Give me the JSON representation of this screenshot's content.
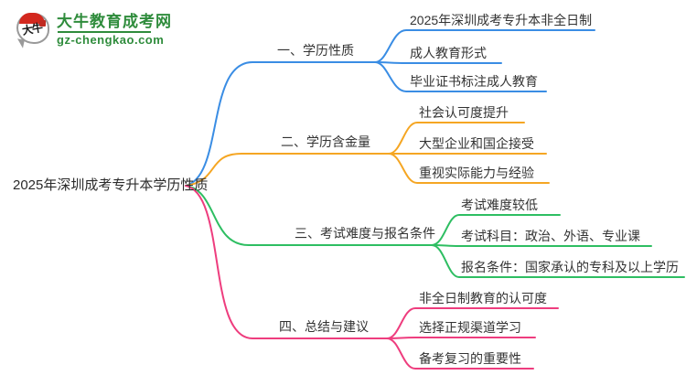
{
  "logo": {
    "icon": "daniu-speech-bubble-icon",
    "icon_text": "大牛",
    "title": "大牛教育成考网",
    "subtitle": "gz-chengkao.com"
  },
  "colors": {
    "logo_green": "#2f8c3c",
    "text": "#333333"
  },
  "mindmap": {
    "root": "2025年深圳成考专升本学历性质",
    "branches": [
      {
        "label": "一、学历性质",
        "color": "#3a8de4",
        "children": [
          "2025年深圳成考专升本非全日制",
          "成人教育形式",
          "毕业证书标注成人教育"
        ]
      },
      {
        "label": "二、学历含金量",
        "color": "#f5a623",
        "children": [
          "社会认可度提升",
          "大型企业和国企接受",
          "重视实际能力与经验"
        ]
      },
      {
        "label": "三、考试难度与报名条件",
        "color": "#2ebe62",
        "children": [
          "考试难度较低",
          "考试科目：政治、外语、专业课",
          "报名条件：国家承认的专科及以上学历"
        ]
      },
      {
        "label": "四、总结与建议",
        "color": "#ee3d7e",
        "children": [
          "非全日制教育的认可度",
          "选择正规渠道学习",
          "备考复习的重要性"
        ]
      }
    ]
  }
}
